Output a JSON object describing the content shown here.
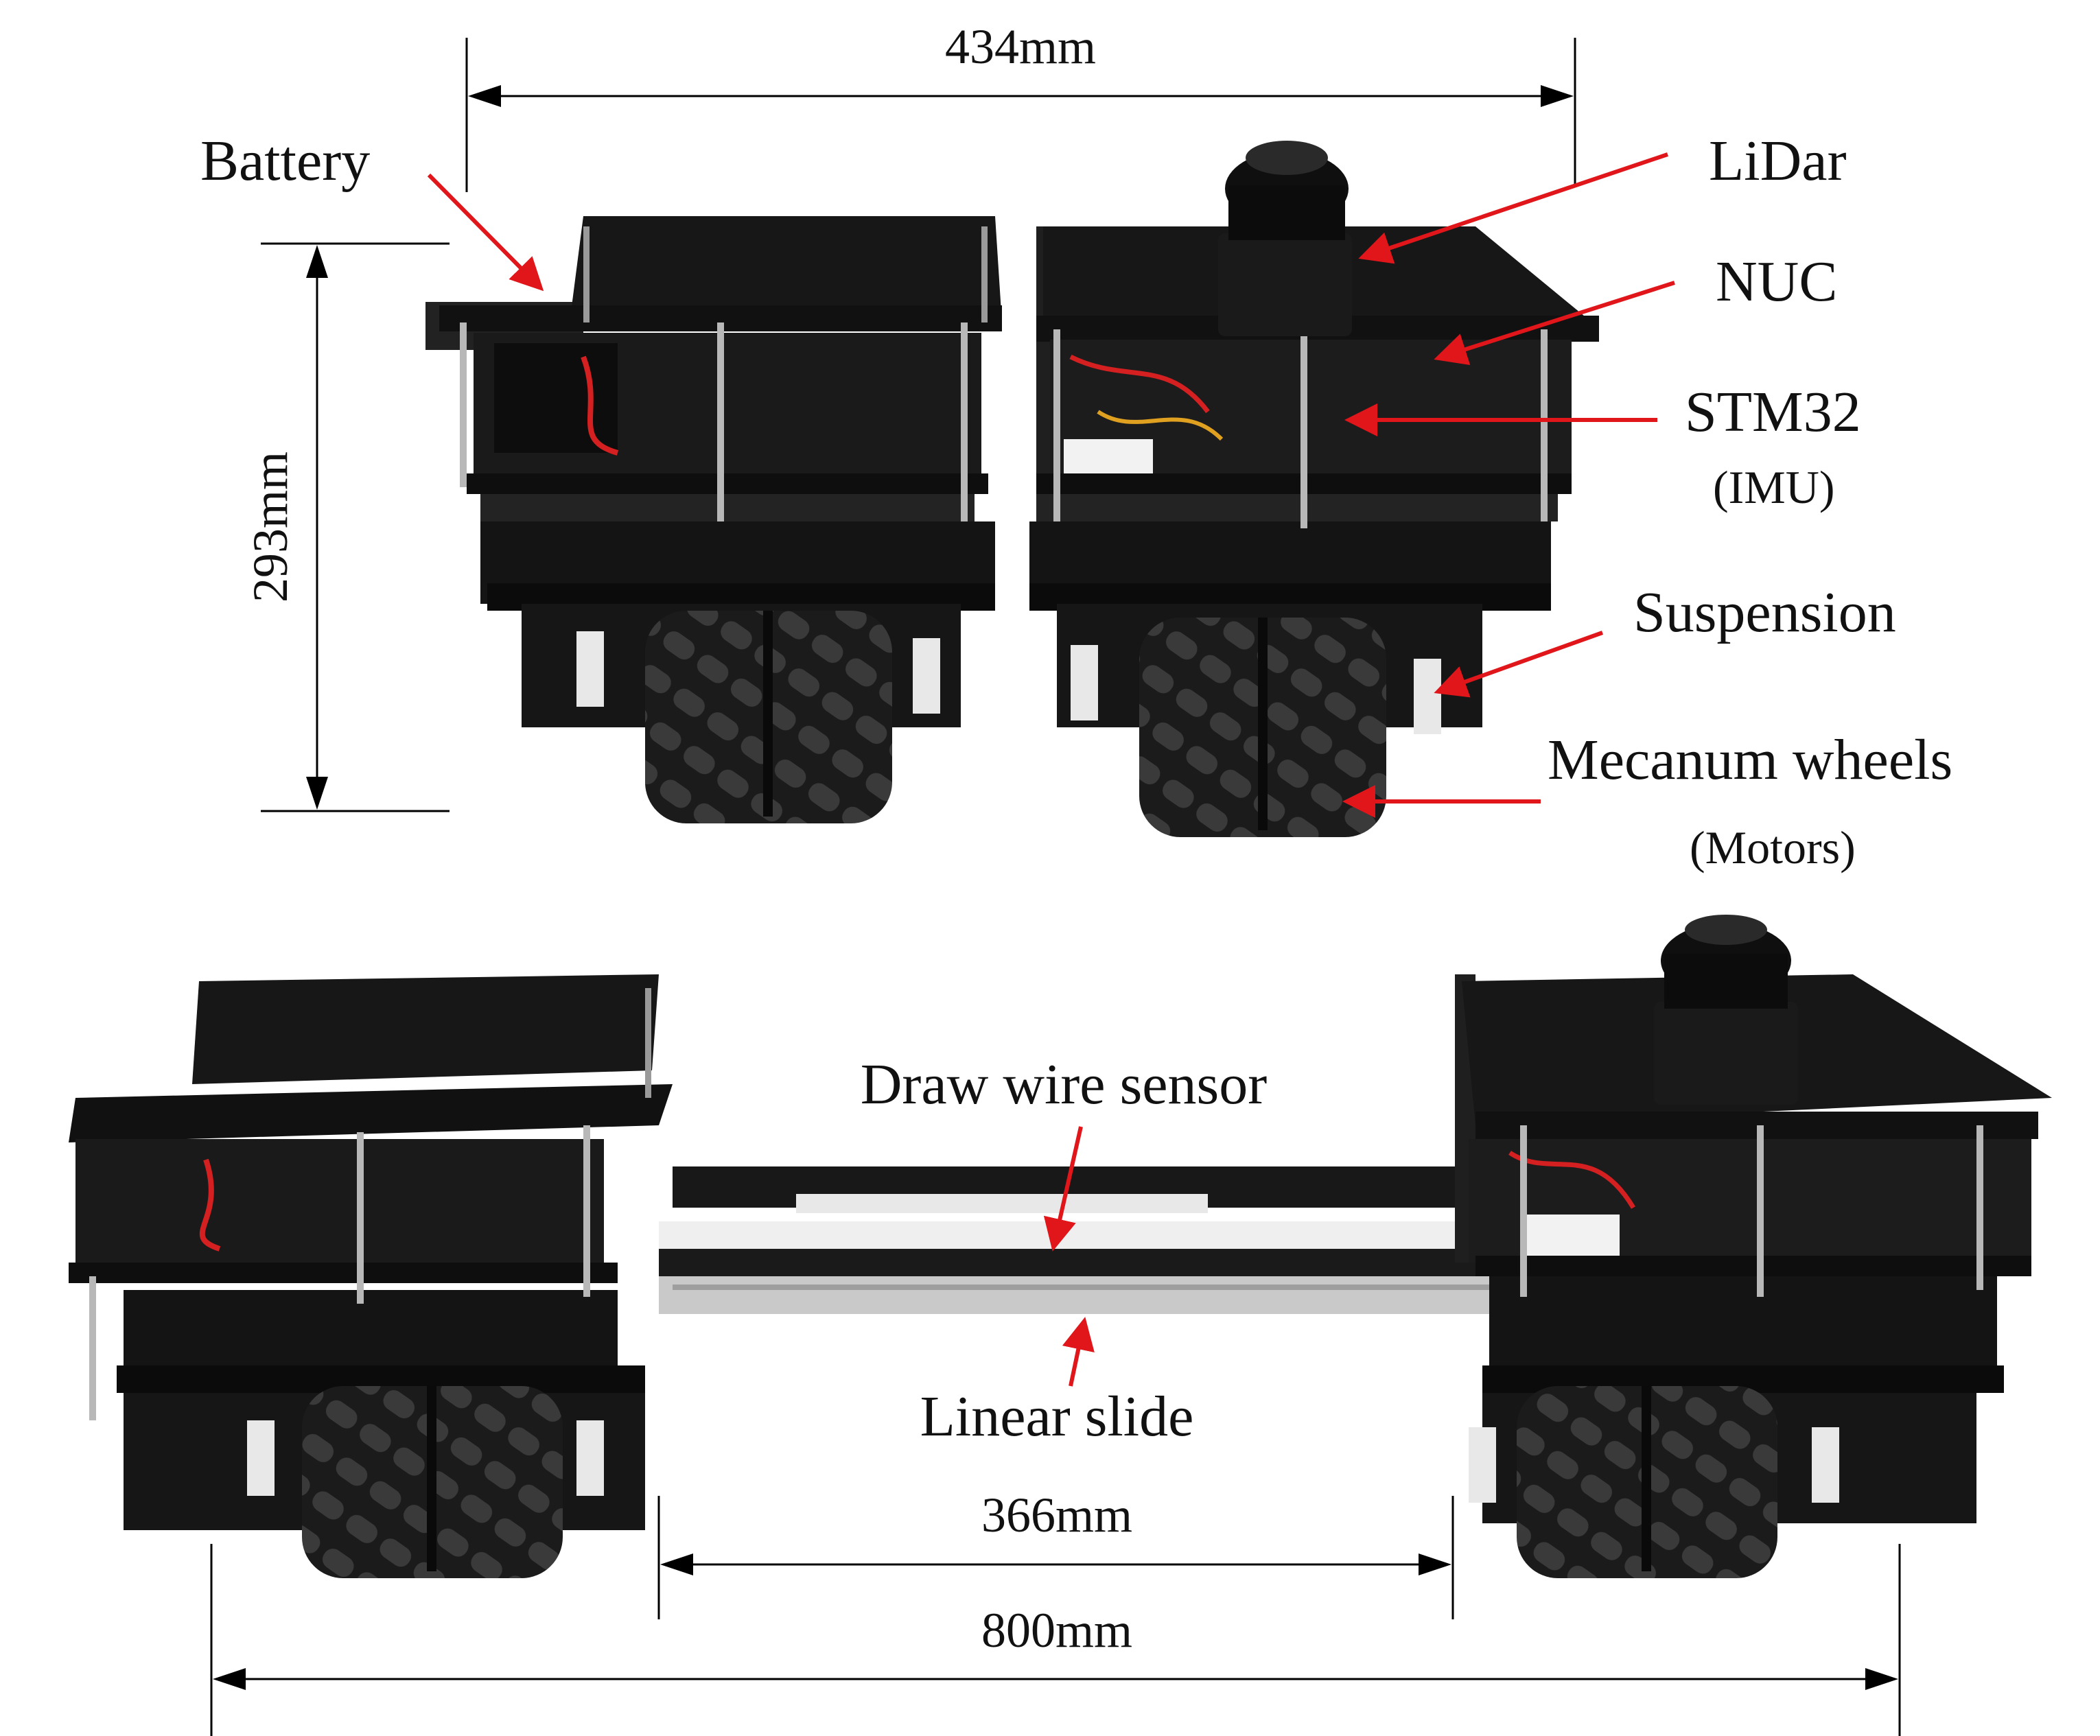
{
  "dimensions": {
    "top_width": "434mm",
    "top_height": "293mm",
    "bottom_inner": "366mm",
    "bottom_total": "800mm"
  },
  "top_labels": {
    "battery": "Battery",
    "lidar": "LiDar",
    "nuc": "NUC",
    "stm32": "STM32",
    "imu": "(IMU)",
    "suspension": "Suspension",
    "mecanum": "Mecanum wheels",
    "motors": "(Motors)"
  },
  "bottom_labels": {
    "draw_wire": "Draw wire sensor",
    "linear_slide": "Linear slide"
  },
  "colors": {
    "arrow": "#e0161b",
    "dimension": "#000000",
    "robot_body": "#141414",
    "rod": "#b8b8b8",
    "rail": "#c9c9c9"
  },
  "icons": [
    "robot-module-battery",
    "robot-module-lidar",
    "mecanum-wheel",
    "lidar-sensor",
    "linear-slide-rail"
  ]
}
